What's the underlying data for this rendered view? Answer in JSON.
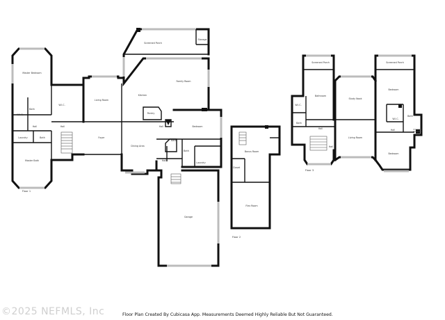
{
  "watermark": "©2025 NEFMLS, Inc",
  "credit": "Floor Plan Created By Cubicasa App. Measurements Deemed Highly Reliable But Not Guaranteed.",
  "floors": {
    "floor1": "Floor 1",
    "floor2": "Floor 2",
    "floor3": "Floor 3"
  },
  "rooms": {
    "master_bedroom": "Master Bedroom",
    "wic_1": "W.I.C.",
    "wic_2": "W.I.C.",
    "bath_master": "Bath",
    "hall_1": "Hall",
    "hall_2": "Hall",
    "laundry_1": "Laundry",
    "bath_1": "Bath",
    "master_bath": "Master Bath",
    "living_room": "Living Room",
    "foyer": "Foyer",
    "screened_porch": "Screened Porch",
    "storage": "Storage",
    "kitchen": "Kitchen",
    "family_room": "Family Room",
    "pantry": "Pantry",
    "hall_3": "Hall",
    "dining_area": "Dining Area",
    "bedroom_1": "Bedroom",
    "bath_2": "Bath",
    "bath_3": "Bath",
    "laundry_2": "Laundry",
    "hall_4": "Hall",
    "garage": "Garage",
    "bonus_room": "Bonus Room",
    "closet": "Closet",
    "flex_room": "Flex Room",
    "bathroom": "Bathroom",
    "screened_porch_2": "Screened Porch",
    "screened_porch_3": "Screened Porch",
    "wic_3": "W.I.C.",
    "bath_4": "Bath",
    "study_nook": "Study Nook",
    "bedroom_2": "Bedroom",
    "wic_4": "W.I.C.",
    "bath_5": "Bath",
    "hall_5": "Hall",
    "hall_6": "Hall",
    "living_room_2": "Living Room",
    "hall_7": "Hall",
    "bedroom_3": "Bedroom"
  }
}
